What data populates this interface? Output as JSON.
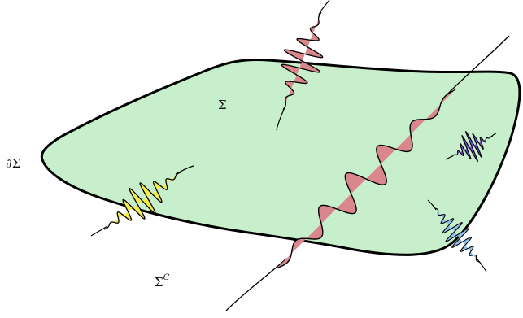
{
  "labels": {
    "region": "Σ",
    "boundary_partial": "∂",
    "boundary_sigma": "Σ",
    "complement_sigma": "Σ",
    "complement_sup": "C"
  },
  "colors": {
    "region_fill": "#c8efcc",
    "outline": "#000000",
    "wave_red": "#d9878c",
    "wave_yellow": "#f3ec4a",
    "wave_purple": "#6c4fd0",
    "wave_blue": "#8ec1ea",
    "line": "#000000"
  },
  "wave_packets": [
    {
      "name": "red-crossing-packet",
      "color_key": "wave_red"
    },
    {
      "name": "yellow-boundary-packet",
      "color_key": "wave_yellow"
    },
    {
      "name": "purple-interior-packet",
      "color_key": "wave_purple"
    },
    {
      "name": "blue-boundary-packet",
      "color_key": "wave_blue"
    },
    {
      "name": "red-through-wave",
      "color_key": "wave_red"
    }
  ]
}
